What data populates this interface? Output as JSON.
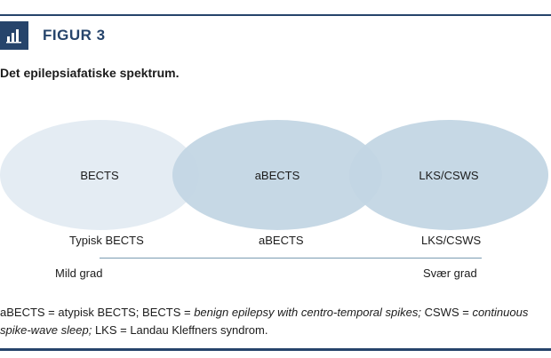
{
  "figure": {
    "label": "FIGUR 3",
    "subtitle": "Det epilepsiafatiske spektrum."
  },
  "diagram": {
    "ellipses": [
      {
        "label": "BECTS",
        "color": "#e4ecf3"
      },
      {
        "label": "aBECTS",
        "color": "#c3d6e4"
      },
      {
        "label": "LKS/CSWS",
        "color": "#c3d6e4"
      }
    ],
    "row_labels": [
      "Typisk BECTS",
      "aBECTS",
      "LKS/CSWS"
    ],
    "scale": {
      "left": "Mild grad",
      "right": "Svær grad"
    }
  },
  "caption": {
    "parts": [
      {
        "text": "aBECTS = atypisk BECTS; BECTS = ",
        "italic": false
      },
      {
        "text": "benign epilepsy with centro-temporal spikes;",
        "italic": true
      },
      {
        "text": " CSWS = ",
        "italic": false
      },
      {
        "text": "continuous spike-wave sleep;",
        "italic": true
      },
      {
        "text": " LKS = Landau Kleffners syndrom.",
        "italic": false
      }
    ]
  },
  "colors": {
    "brand": "#26446b"
  },
  "icons": {
    "figure_icon": "bar-chart-icon"
  }
}
